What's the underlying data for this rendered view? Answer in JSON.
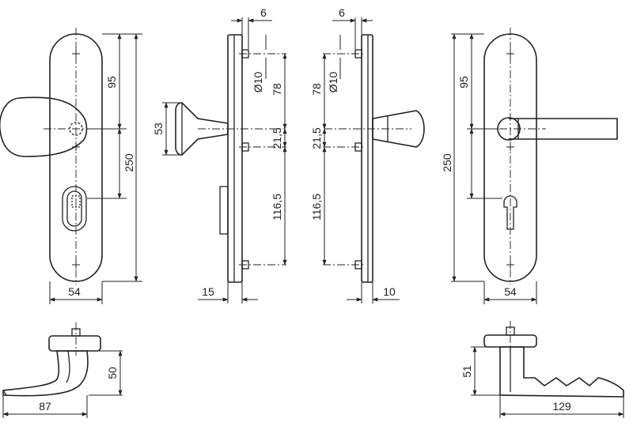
{
  "dimensions": {
    "front_left_top_to_center": "95",
    "front_left_length": "250",
    "front_left_width": "54",
    "knob_height": "53",
    "offset_top_left": "6",
    "offset_top_right": "6",
    "hole_diameter_left": "Ø10",
    "hole_diameter_right": "Ø10",
    "distance_78_left": "78",
    "distance_78_right": "78",
    "distance_21_left": "21,5",
    "distance_21_right": "21,5",
    "distance_116_left": "116,5",
    "distance_116_right": "116,5",
    "thickness_left": "15",
    "thickness_right": "10",
    "front_right_top_to_center": "95",
    "front_right_length": "250",
    "front_right_width": "54",
    "lever_left_height": "50",
    "lever_left_length": "87",
    "lever_right_height": "51",
    "lever_right_length": "129"
  }
}
